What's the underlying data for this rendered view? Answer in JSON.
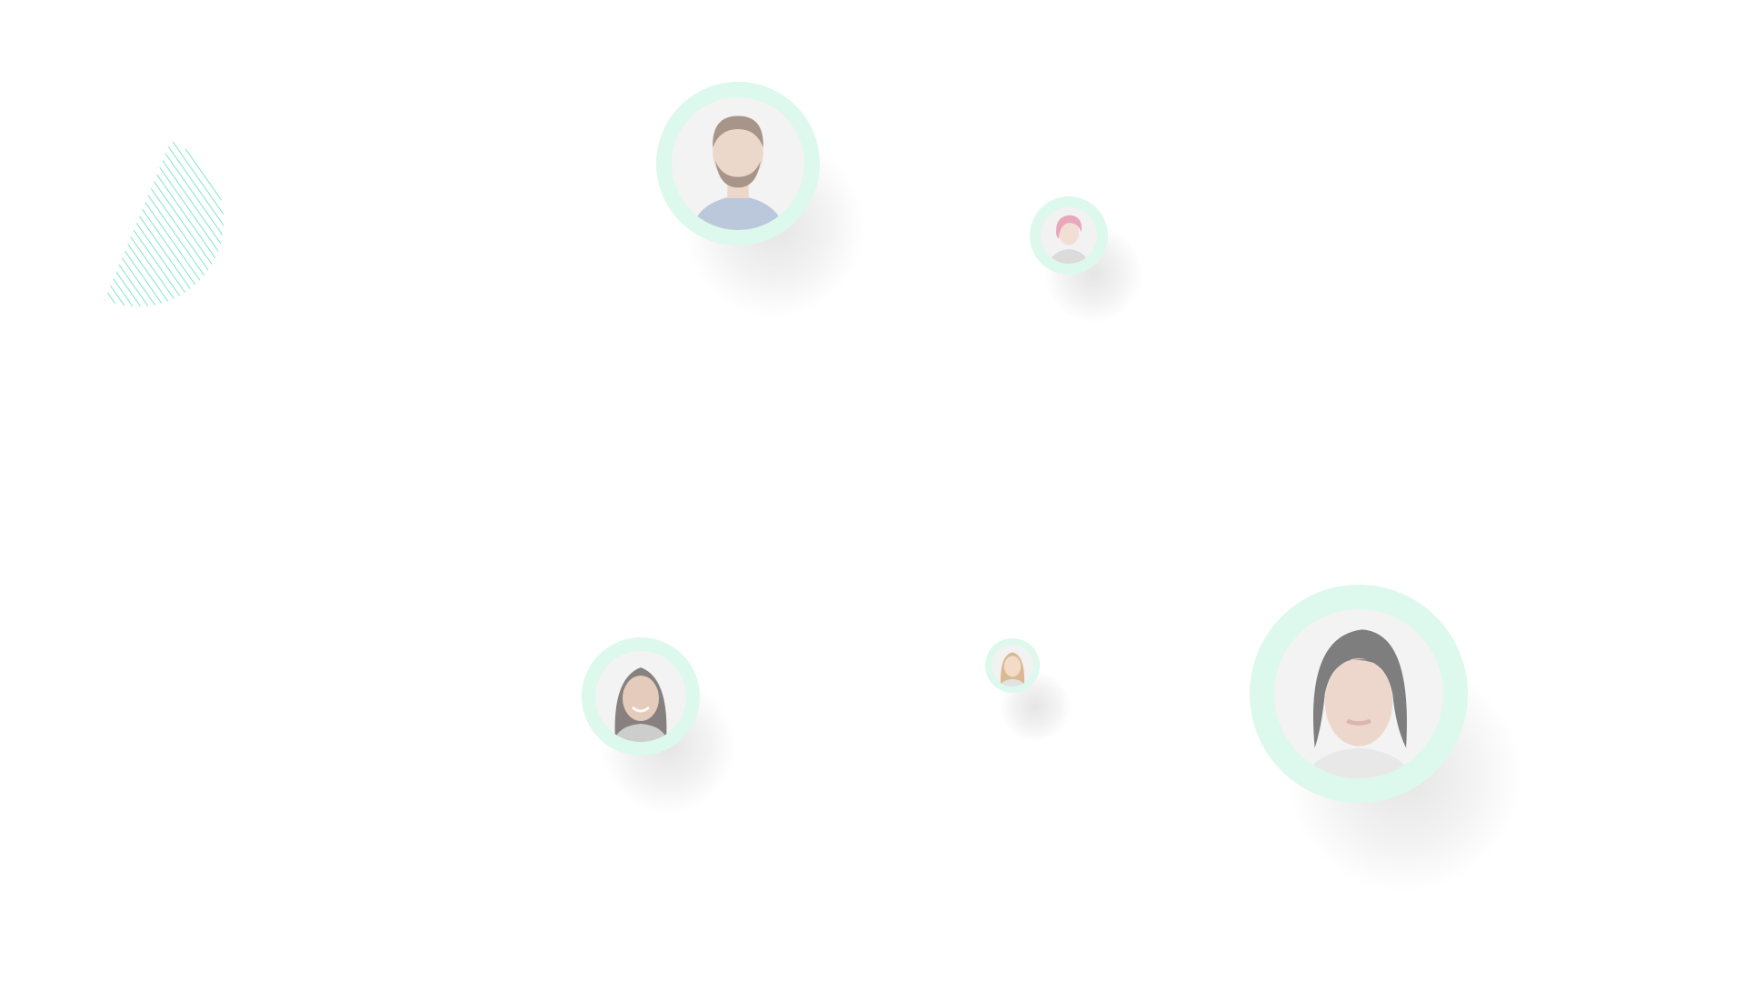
{
  "page": {
    "background": "#ffffff",
    "accent": "#3fdcae",
    "ring_color": "#ddf8ec"
  },
  "decoration": {
    "icon": "hatched-half-circle-icon"
  },
  "avatars": [
    {
      "name": "avatar-man-beard",
      "icon": "person-photo-icon",
      "skin": "#e8c4aa",
      "hair": "#6b4a33",
      "shirt": "#8fa6c8"
    },
    {
      "name": "avatar-woman-pink-hair",
      "icon": "person-photo-icon",
      "skin": "#f0cfc0",
      "hair": "#e06a8f",
      "shirt": "#c9c9c9"
    },
    {
      "name": "avatar-woman-dark-hair-smile",
      "icon": "person-photo-icon",
      "skin": "#d9ac8e",
      "hair": "#2e2522",
      "shirt": "#b0b0b0"
    },
    {
      "name": "avatar-woman-blonde",
      "icon": "person-photo-icon",
      "skin": "#f2c9a5",
      "hair": "#c88a45",
      "shirt": "#d6d6d6"
    },
    {
      "name": "avatar-woman-black-bob",
      "icon": "person-photo-icon",
      "skin": "#e9c2ad",
      "hair": "#1f1f1f",
      "shirt": "#e0e0e0"
    }
  ]
}
